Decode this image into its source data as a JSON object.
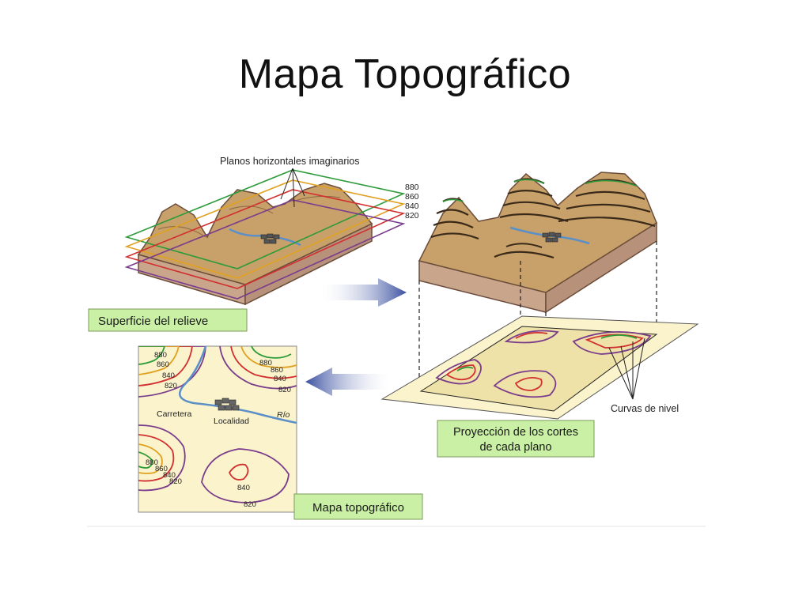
{
  "title": "Mapa Topográfico",
  "top_left": {
    "annotation": "Planos horizontales imaginarios",
    "levels": [
      "880",
      "860",
      "840",
      "820"
    ],
    "caption": "Superficie del relieve"
  },
  "right": {
    "caption_line1": "Proyección de los cortes",
    "caption_line2": "de cada plano",
    "annotation": "Curvas de nivel"
  },
  "map": {
    "caption": "Mapa topográfico",
    "road_label": "Carretera",
    "town_label": "Localidad",
    "river_label": "Río",
    "contour_labels_tl": [
      "880",
      "860",
      "840",
      "820"
    ],
    "contour_labels_tr": [
      "880",
      "860",
      "840",
      "820"
    ],
    "contour_labels_left": [
      "880",
      "860",
      "840",
      "820"
    ],
    "contour_labels_bottom": [
      "840",
      "820"
    ]
  },
  "colors": {
    "contour_880": "#2e9b3a",
    "contour_860": "#e0a020",
    "contour_840": "#d23030",
    "contour_820": "#7a3c8c",
    "river": "#5a8fc8",
    "caption_bg": "#c9f0a4",
    "terrain": "#c8a06a",
    "soil": "#c9a58c"
  }
}
